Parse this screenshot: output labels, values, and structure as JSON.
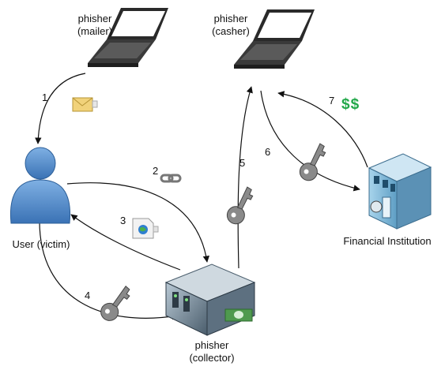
{
  "nodes": {
    "mailer": {
      "line1": "phisher",
      "line2": "(mailer)"
    },
    "casher": {
      "line1": "phisher",
      "line2": "(casher)"
    },
    "victim": {
      "label": "User (victim)"
    },
    "collector": {
      "line1": "phisher",
      "line2": "(collector)"
    },
    "bank": {
      "label": "Financial Institution"
    }
  },
  "steps": [
    "1",
    "2",
    "3",
    "4",
    "5",
    "6",
    "7"
  ],
  "money_symbol": "$$",
  "icons": {
    "mailer": "laptop-icon",
    "casher": "laptop-icon",
    "victim": "user-icon",
    "collector": "server-icon",
    "bank": "bank-building-icon",
    "email": "envelope-icon",
    "link": "chain-link-icon",
    "web": "web-page-icon",
    "credentials": "key-icon",
    "money": "banknote-icon"
  },
  "colors": {
    "money": "#22a84a",
    "user": "#4a86c8",
    "building": "#7fb8d8"
  }
}
